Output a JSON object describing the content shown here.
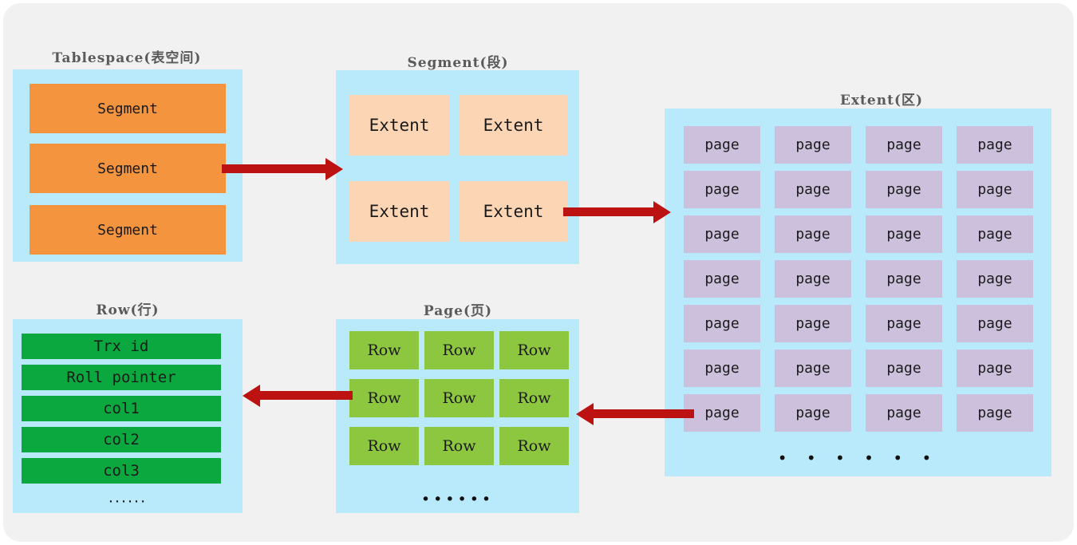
{
  "diagram": {
    "title_color": "#5a5a5a",
    "panel_color": "#f1f1f1",
    "container_color": "#b9eafc",
    "arrow_color": "#bc1212"
  },
  "groups": {
    "tablespace": {
      "title": "Tablespace(表空间)",
      "item_color": "#f4943f",
      "items": [
        {
          "label": "Segment"
        },
        {
          "label": "Segment"
        },
        {
          "label": "Segment"
        }
      ]
    },
    "segment": {
      "title": "Segment(段)",
      "item_color": "#fcd5b5",
      "items": [
        {
          "label": "Extent"
        },
        {
          "label": "Extent"
        },
        {
          "label": "Extent"
        },
        {
          "label": "Extent"
        }
      ]
    },
    "extent": {
      "title": "Extent(区)",
      "item_color": "#cdc0dc",
      "ellipsis": "• • • • • •",
      "rows": [
        [
          "page",
          "page",
          "page",
          "page"
        ],
        [
          "page",
          "page",
          "page",
          "page"
        ],
        [
          "page",
          "page",
          "page",
          "page"
        ],
        [
          "page",
          "page",
          "page",
          "page"
        ],
        [
          "page",
          "page",
          "page",
          "page"
        ],
        [
          "page",
          "page",
          "page",
          "page"
        ],
        [
          "page",
          "page",
          "page",
          "page"
        ]
      ]
    },
    "page": {
      "title": "Page(页)",
      "item_color": "#8dc63f",
      "ellipsis": "••••••",
      "rows": [
        [
          "Row",
          "Row",
          "Row"
        ],
        [
          "Row",
          "Row",
          "Row"
        ],
        [
          "Row",
          "Row",
          "Row"
        ]
      ]
    },
    "row": {
      "title": "Row(行)",
      "item_color": "#0aa83f",
      "ellipsis": "······",
      "items": [
        {
          "label": "Trx id"
        },
        {
          "label": "Roll pointer"
        },
        {
          "label": "col1"
        },
        {
          "label": "col2"
        },
        {
          "label": "col3"
        }
      ]
    }
  },
  "arrows": [
    {
      "name": "tablespace-to-segment",
      "direction": "right"
    },
    {
      "name": "segment-to-extent",
      "direction": "right"
    },
    {
      "name": "extent-to-page",
      "direction": "left"
    },
    {
      "name": "page-to-row",
      "direction": "left"
    }
  ]
}
